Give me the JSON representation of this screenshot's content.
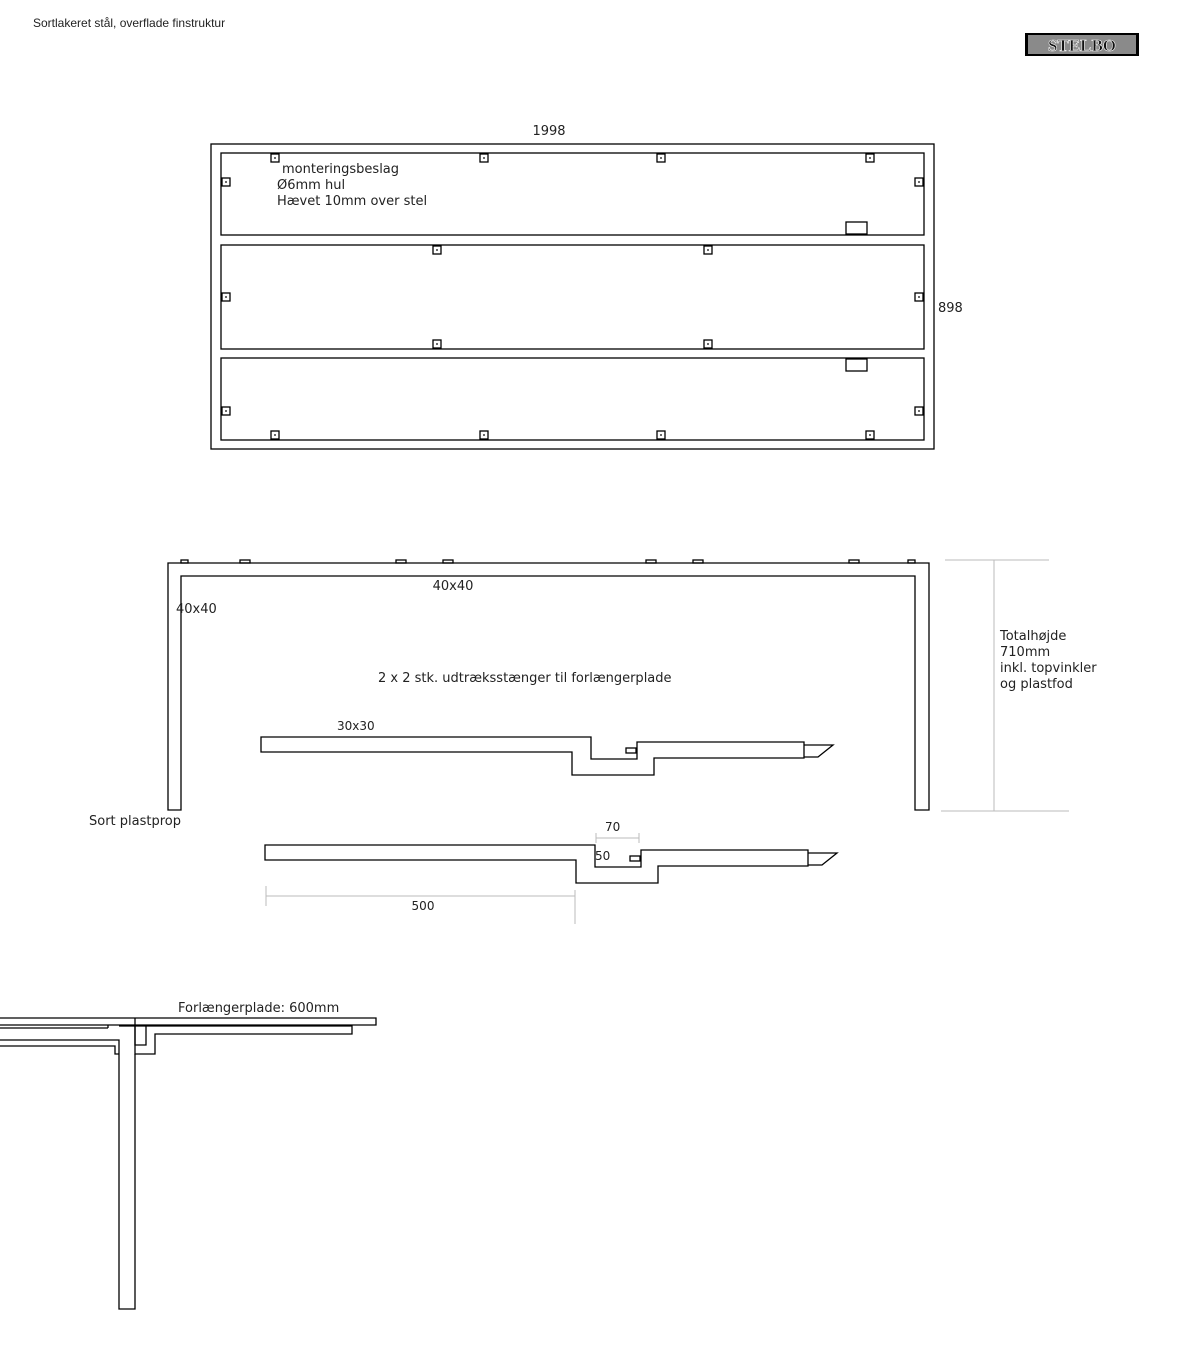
{
  "header": {
    "material_note": "Sortlakeret stål, overflade finstruktur",
    "logo": "STELBO"
  },
  "top_view": {
    "width_label": "1998",
    "depth_label": "898",
    "bracket_note": [
      "monteringsbeslag",
      "Ø6mm hul",
      "Hævet 10mm over stel"
    ]
  },
  "side_view": {
    "top_profile_label": "40x40",
    "leg_profile_label": "40x40",
    "rails_note": "2 x 2 stk. udtræksstænger til forlængerplade",
    "rail_profile_label": "30x30",
    "height_note": [
      "Totalhøjde",
      "710mm",
      "inkl. topvinkler",
      "og plastfod"
    ],
    "foot_label": "Sort plastprop",
    "dim_70": "70",
    "dim_50": "50",
    "dim_500": "500"
  },
  "extension_detail": {
    "label": "Forlængerplade: 600mm"
  },
  "colors": {
    "line": "#000000",
    "dimension": "#bbbbbb",
    "logo_bg": "#8a8a8a"
  }
}
